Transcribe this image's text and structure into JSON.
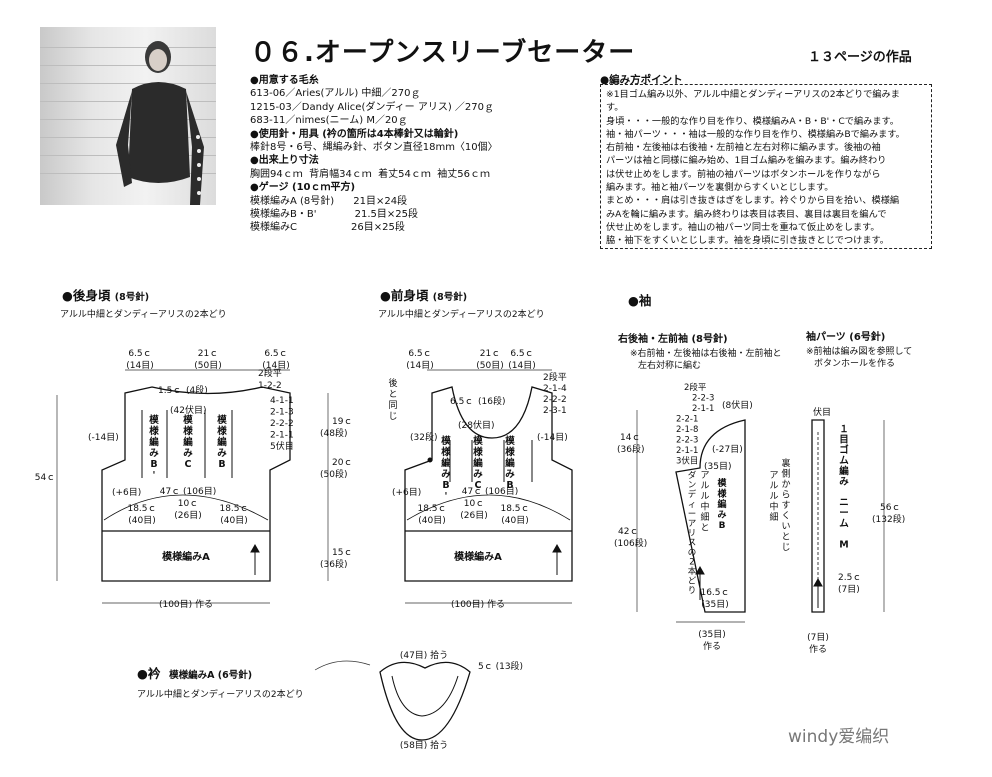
{
  "title": "０６.オープンスリーブセーター",
  "page_ref": "１３ページの作品",
  "specs": [
    {
      "text": "●用意する毛糸",
      "bold": true
    },
    {
      "text": "613-06／Aries(アルル) 中細／270ｇ",
      "bold": false
    },
    {
      "text": "1215-03／Dandy Alice(ダンディー アリス) ／270ｇ",
      "bold": false
    },
    {
      "text": "683-11／nimes(ニーム) M／20ｇ",
      "bold": false
    },
    {
      "text": "●使用針・用具 (衿の箇所は4本棒針又は輪針)",
      "bold": true
    },
    {
      "text": "棒針8号・6号、縄編み針、ボタン直径18mm〈10個〉",
      "bold": false
    },
    {
      "text": "●出来上り寸法",
      "bold": true
    },
    {
      "text": "胸囲94ｃｍ  背肩幅34ｃｍ  着丈54ｃｍ  袖丈56ｃｍ",
      "bold": false
    },
    {
      "text": "●ゲージ (10ｃｍ平方)",
      "bold": true
    },
    {
      "text": "模様編みA (8号針)      21目×24段",
      "bold": false
    },
    {
      "text": "模様編みB・B'            21.5目×25段",
      "bold": false
    },
    {
      "text": "模様編みC                 26目×25段",
      "bold": false
    }
  ],
  "points_title": "●編み方ポイント",
  "points": [
    "※1目ゴム編み以外、アルル中細とダンディーアリスの2本どりで編みま",
    "す。",
    "身頃・・・一般的な作り目を作り、模様編みA・B・B'・Cで編みます。",
    "袖・袖パーツ・・・袖は一般的な作り目を作り、模様編みBで編みます。",
    "右前袖・左後袖は右後袖・左前袖と左右対称に編みます。後袖の袖",
    "パーツは袖と同様に編み始め、1目ゴム編みを編みます。編み終わり",
    "は伏せ止めをします。前袖の袖パーツはボタンホールを作りながら",
    "編みます。袖と袖パーツを裏側からすくいとじします。",
    "まとめ・・・肩は引き抜きはぎをします。衿ぐりから目を拾い、模様編",
    "みAを輪に編みます。編み終わりは表目は表目、裏目は裏目を編んで",
    "伏せ止めをします。袖山の袖パーツ同士を重ねて仮止めをします。",
    "脇・袖下をすくいとじします。袖を身頃に引き抜きとじでつけます。"
  ],
  "sections": {
    "back": {
      "title": "●後身頃",
      "needle": "(8号針)",
      "note": "アルル中細とダンディーアリスの2本どり"
    },
    "front": {
      "title": "●前身頃",
      "needle": "(8号針)",
      "note": "アルル中細とダンディーアリスの2本どり"
    },
    "sleeve": {
      "title": "●袖"
    },
    "collar": {
      "title": "●衿",
      "needle": "模様編みA (6号針)",
      "note": "アルル中細とダンディーアリスの2本どり"
    }
  },
  "sleeve_notes": {
    "main_title": "右後袖・左前袖 (8号針)",
    "main_note": [
      "※右前袖・左後袖は右後袖・左前袖と",
      "左右対称に編む"
    ],
    "part_title": "袖パーツ (6号針)",
    "part_note": [
      "※前袖は編み図を参照して",
      "ボタンホールを作る"
    ]
  },
  "back_labels": {
    "top": [
      "6.5ｃ",
      "21ｃ",
      "6.5ｃ"
    ],
    "top_sub": [
      "(14目)",
      "(50目)",
      "(14目)"
    ],
    "shoulder": [
      "2段平",
      "1-2-2"
    ],
    "neck": [
      "1.5ｃ",
      "(4段)"
    ],
    "neck_st": "(42伏目)",
    "armhole": [
      "4-1-1",
      "2-1-3",
      "2-2-2",
      "2-1-1",
      "5伏目"
    ],
    "side": "(-14目)",
    "total_len": "54ｃ",
    "right": [
      "19ｃ",
      "(48段)",
      "20ｃ",
      "(50段)",
      "15ｃ",
      "(36段)"
    ],
    "panels": [
      "模様編みB'",
      "模様編みC",
      "模様編みB"
    ],
    "inc": "(+6目)",
    "width": "47ｃ (106目)",
    "widths": [
      "18.5ｃ",
      "10ｃ",
      "18.5ｃ"
    ],
    "widths_sub": [
      "(40目)",
      "(26目)",
      "(40目)"
    ],
    "rib": "模様編みA",
    "cast": "(100目) 作る"
  },
  "front_labels": {
    "top": [
      "6.5ｃ",
      "21ｃ",
      "6.5ｃ"
    ],
    "top_sub": [
      "(14目)",
      "(50目)",
      "(14目)"
    ],
    "same": "後と同じ",
    "shoulder": [
      "2段平",
      "2-1-4",
      "2-2-2",
      "2-3-1"
    ],
    "neck": [
      "6.5ｃ",
      "(16段)"
    ],
    "neck_st": "(28伏目)",
    "inner": "(32段)",
    "side": "(-14目)",
    "panels": [
      "模様編みB'",
      "模様編みC",
      "模様編みB"
    ],
    "inc": "(+6目)",
    "width": "47ｃ (106目)",
    "widths": [
      "18.5ｃ",
      "10ｃ",
      "18.5ｃ"
    ],
    "widths_sub": [
      "(40目)",
      "(26目)",
      "(40目)"
    ],
    "rib": "模様編みA",
    "cast": "(100目) 作る"
  },
  "sleeve_labels": {
    "cap": [
      "2段平",
      "2-2-3",
      "2-1-1",
      "2-2-1",
      "2-1-8",
      "2-2-3",
      "2-1-1",
      "3伏目"
    ],
    "bind": "(8伏目)",
    "cap_len": [
      "14ｃ",
      "(36段)"
    ],
    "dec": "(-27目)",
    "mid": "(35目)",
    "body_len": [
      "42ｃ",
      "(106段)"
    ],
    "panel": [
      "模様編みB",
      "アルル中細と",
      "ダンディーアリスの2本どり"
    ],
    "bottom": [
      "16.5ｃ",
      "(35目)"
    ],
    "cast": [
      "(35目)",
      "作る"
    ],
    "join": [
      "裏側からすくいとじ",
      "アルル中細"
    ],
    "part_top": "伏目",
    "part_rib": "１目ゴム編み ニーム M",
    "part_len": [
      "56ｃ",
      "(132段)"
    ],
    "part_w": [
      "2.5ｃ",
      "(7目)"
    ],
    "part_cast": [
      "(7目)",
      "作る"
    ]
  },
  "collar_labels": {
    "top": "(47目) 拾う",
    "side": "5ｃ (13段)",
    "bottom": "(58目) 拾う"
  },
  "watermark": "windy爱编织"
}
